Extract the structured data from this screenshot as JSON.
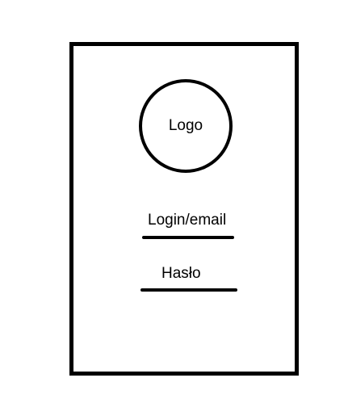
{
  "logo": {
    "text": "Logo"
  },
  "login_field": {
    "label": "Login/email"
  },
  "password_field": {
    "label": "Hasło"
  },
  "colors": {
    "stroke": "#000000",
    "background": "#ffffff"
  }
}
